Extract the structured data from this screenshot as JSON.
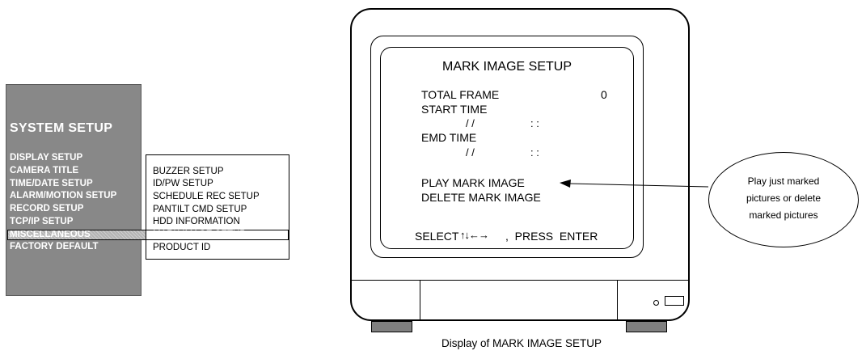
{
  "system_menu": {
    "title": "SYSTEM SETUP",
    "items": [
      "DISPLAY SETUP",
      "CAMERA TITLE",
      "TIME/DATE SETUP",
      "ALARM/MOTION SETUP",
      "RECORD SETUP",
      "TCP/IP SETUP",
      "MISCELLANEOUS",
      "FACTORY DEFAULT"
    ],
    "selected": "MISCELLANEOUS"
  },
  "sub_menu": {
    "items": [
      "BUZZER SETUP",
      "ID/PW SETUP",
      "SCHEDULE REC SETUP",
      "PANTILT CMD SETUP",
      "HDD INFORMATION",
      "MARK IMAGE SETUP",
      "PRODUCT ID"
    ],
    "selected": "MARK IMAGE SETUP"
  },
  "monitor_screen": {
    "title": "MARK IMAGE SETUP",
    "total_frame_label": "TOTAL FRAME",
    "total_frame_value": "0",
    "start_time_label": "START TIME",
    "start_time_value_date": "/ /",
    "start_time_value_time": ": :",
    "end_time_label": "EMD TIME",
    "end_time_value_date": "/ /",
    "end_time_value_time": ": :",
    "play_label": "PLAY MARK IMAGE",
    "delete_label": "DELETE MARK IMAGE",
    "footer_select": "SELECT",
    "footer_arrows": "↑↓←→",
    "footer_press": ",  PRESS  ENTER"
  },
  "callout": {
    "lines": [
      "Play just marked",
      "pictures or delete",
      "marked pictures"
    ]
  },
  "caption": "Display of  MARK IMAGE SETUP",
  "colors": {
    "menu_panel": "#888888",
    "menu_text": "#ffffff",
    "highlight": "#b4b4b4",
    "monitor_feet": "#808080"
  }
}
